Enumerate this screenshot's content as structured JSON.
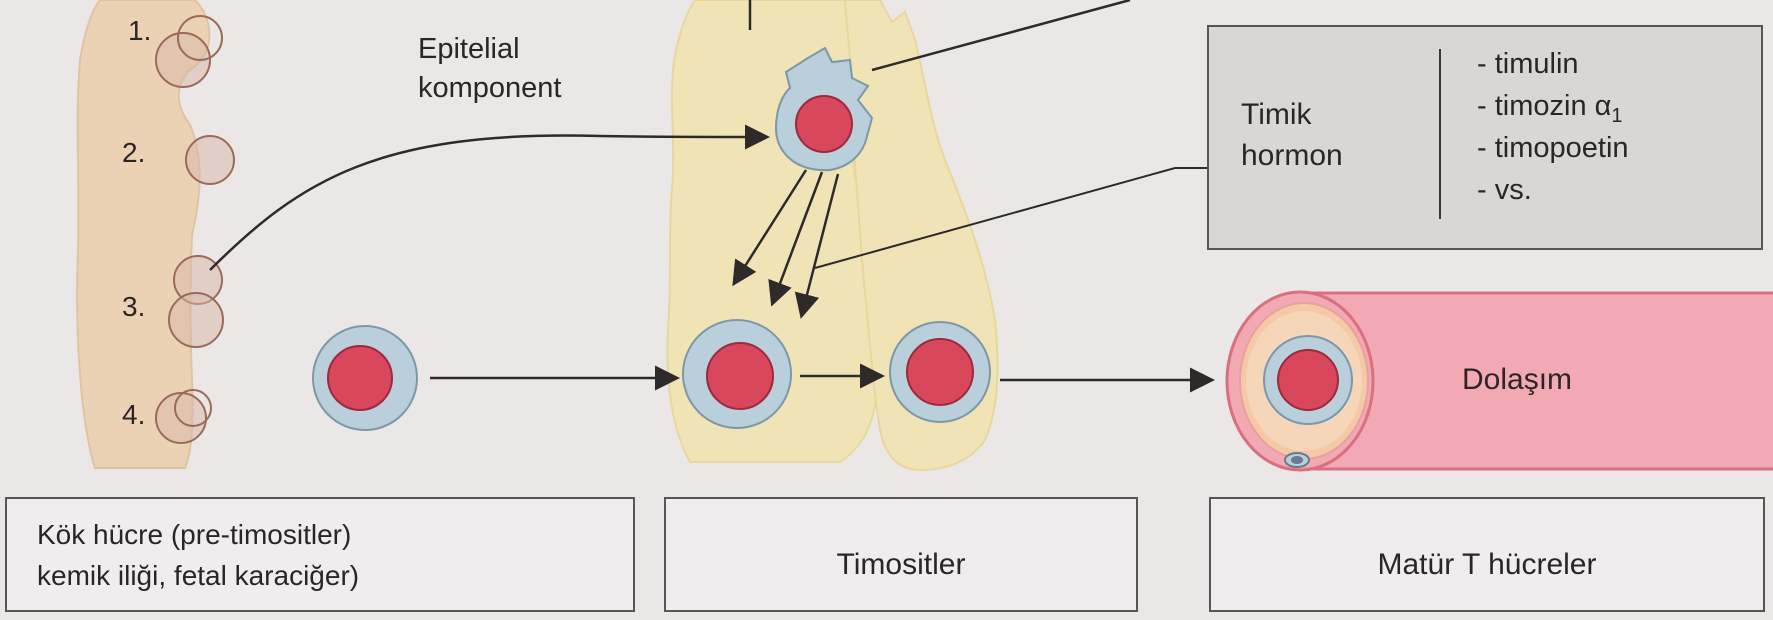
{
  "stage_labels": {
    "n1": "1.",
    "n2": "2.",
    "n3": "3.",
    "n4": "4."
  },
  "epithelial_label": "Epitelial\nkomponent",
  "hormone": {
    "title": "Timik\nhormon",
    "items": [
      "- timulin",
      "- timozin α",
      "- timopoetin",
      "- vs."
    ],
    "alpha_subscript": "1"
  },
  "circulation_label": "Dolaşım",
  "bottom_boxes": {
    "stem": "Kök hücre (pre-timositler)\nkemik iliği, fetal karaciğer)",
    "thymocytes": "Timositler",
    "mature": "Matür T hücreler"
  },
  "colors": {
    "background": "#eae7e6",
    "tissue": "#ecd2b4",
    "thymus": "#f0e4b6",
    "vessel": "#f2a9b4",
    "cell_cytoplasm": "#b9cfdb",
    "nucleus": "#d9475d",
    "box_fill": "#efeded",
    "hormone_fill": "#d9d6d5"
  }
}
